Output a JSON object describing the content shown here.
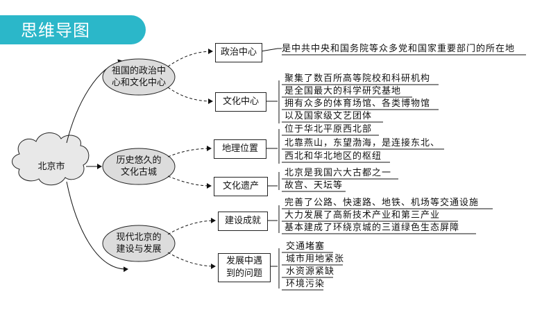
{
  "header": {
    "title": "思维导图"
  },
  "root": {
    "label": "北京市"
  },
  "branches": [
    {
      "label_lines": [
        "祖国的政治中",
        "心和文化中心"
      ],
      "children": [
        {
          "label_lines": [
            "政治中心"
          ],
          "items": [
            "是中共中央和国务院等众多党和国家重要部门的所在地"
          ]
        },
        {
          "label_lines": [
            "文化中心"
          ],
          "items": [
            "聚集了数百所高等院校和科研机构",
            "是全国最大的科学研究基地",
            "拥有众多的体育场馆、各类博物馆",
            "以及国家级文艺团体"
          ]
        }
      ]
    },
    {
      "label_lines": [
        "历史悠久的",
        "文化古城"
      ],
      "children": [
        {
          "label_lines": [
            "地理位置"
          ],
          "items": [
            "位于华北平原西北部",
            "北靠燕山，东望渤海，是连接东北、",
            "西北和华北地区的枢纽"
          ]
        },
        {
          "label_lines": [
            "文化遗产"
          ],
          "items": [
            "北京是我国六大古都之一",
            "故宫、天坛等"
          ]
        }
      ]
    },
    {
      "label_lines": [
        "现代北京的",
        "建设与发展"
      ],
      "children": [
        {
          "label_lines": [
            "建设成就"
          ],
          "items": [
            "完善了公路、快速路、地铁、机场等交通设施",
            "大力发展了高新技术产业和第三产业",
            "基本建成了环绕京城的三道绿色生态屏障"
          ]
        },
        {
          "label_lines": [
            "发展中遇",
            "到的问题"
          ],
          "items": [
            "交通堵塞",
            "城市用地紧张",
            "水资源紧缺",
            "环境污染"
          ]
        }
      ]
    }
  ]
}
